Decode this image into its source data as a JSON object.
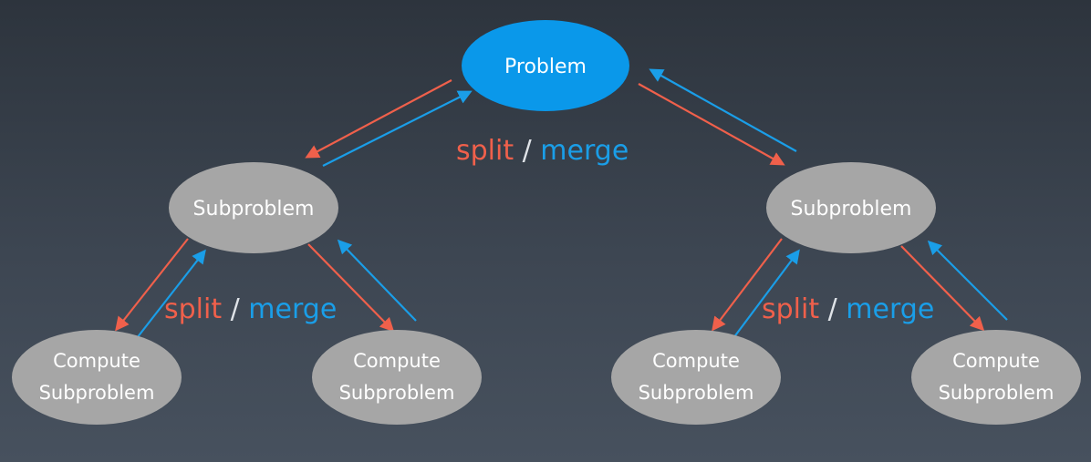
{
  "diagram": {
    "colors": {
      "root_fill": "#0a98ea",
      "node_fill": "#a6a6a6",
      "split": "#f0604b",
      "merge": "#1a9ee8",
      "text": "#ffffff"
    },
    "nodes": {
      "root": {
        "label": "Problem"
      },
      "sub_left": {
        "label": "Subproblem"
      },
      "sub_right": {
        "label": "Subproblem"
      },
      "leaf_1": {
        "line1": "Compute",
        "line2": "Subproblem"
      },
      "leaf_2": {
        "line1": "Compute",
        "line2": "Subproblem"
      },
      "leaf_3": {
        "line1": "Compute",
        "line2": "Subproblem"
      },
      "leaf_4": {
        "line1": "Compute",
        "line2": "Subproblem"
      }
    },
    "labels": {
      "top": {
        "split": "split",
        "sep": " / ",
        "merge": "merge"
      },
      "left": {
        "split": "split",
        "sep": " / ",
        "merge": "merge"
      },
      "right": {
        "split": "split",
        "sep": " / ",
        "merge": "merge"
      }
    }
  }
}
